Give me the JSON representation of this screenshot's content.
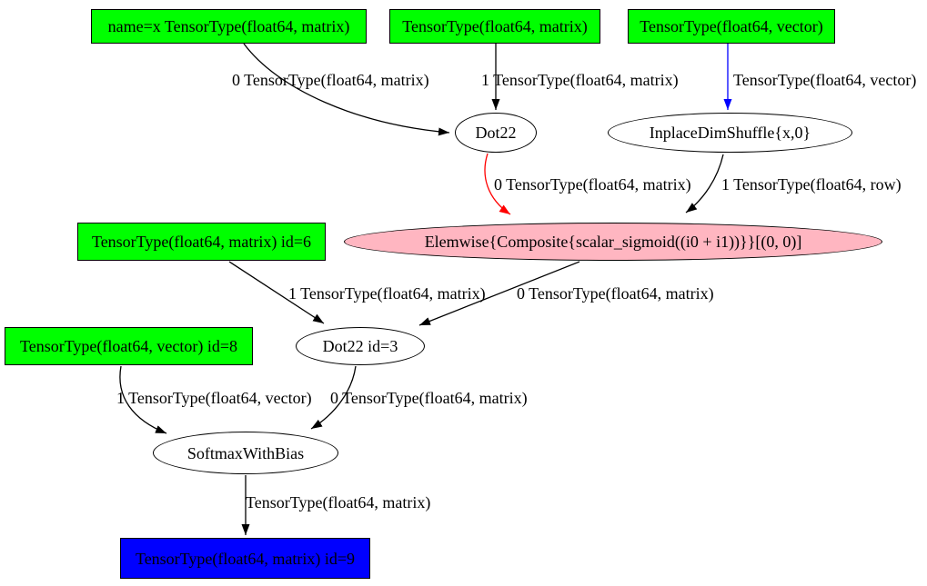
{
  "diagram": {
    "type": "computation-graph",
    "colors": {
      "input_node_fill": "#00ff00",
      "op_node_fill": "#ffffff",
      "elemwise_node_fill": "#ffb6c1",
      "output_node_fill": "#0000ff",
      "edge_default": "#000000",
      "edge_highlight_red": "#ff0000",
      "edge_highlight_blue": "#0000ff"
    },
    "nodes": [
      {
        "id": "input-x",
        "label": "name=x TensorType(float64, matrix)",
        "shape": "box",
        "fill": "green"
      },
      {
        "id": "input-matrix",
        "label": "TensorType(float64, matrix)",
        "shape": "box",
        "fill": "green"
      },
      {
        "id": "input-vector",
        "label": "TensorType(float64, vector)",
        "shape": "box",
        "fill": "green"
      },
      {
        "id": "dot22",
        "label": "Dot22",
        "shape": "ellipse",
        "fill": "white"
      },
      {
        "id": "inplacedimshuffle",
        "label": "InplaceDimShuffle{x,0}",
        "shape": "ellipse",
        "fill": "white"
      },
      {
        "id": "elemwise-sigmoid",
        "label": "Elemwise{Composite{scalar_sigmoid((i0 + i1))}}[(0, 0)]",
        "shape": "ellipse",
        "fill": "pink"
      },
      {
        "id": "input-id6",
        "label": "TensorType(float64, matrix) id=6",
        "shape": "box",
        "fill": "green"
      },
      {
        "id": "dot22-id3",
        "label": "Dot22 id=3",
        "shape": "ellipse",
        "fill": "white"
      },
      {
        "id": "input-id8",
        "label": "TensorType(float64, vector) id=8",
        "shape": "box",
        "fill": "green"
      },
      {
        "id": "softmaxwithbias",
        "label": "SoftmaxWithBias",
        "shape": "ellipse",
        "fill": "white"
      },
      {
        "id": "output-id9",
        "label": "TensorType(float64, matrix) id=9",
        "shape": "box",
        "fill": "blue"
      }
    ],
    "edges": [
      {
        "from": "input-x",
        "to": "dot22",
        "label": "0 TensorType(float64, matrix)",
        "color": "black"
      },
      {
        "from": "input-matrix",
        "to": "dot22",
        "label": "1 TensorType(float64, matrix)",
        "color": "black"
      },
      {
        "from": "input-vector",
        "to": "inplacedimshuffle",
        "label": "TensorType(float64, vector)",
        "color": "blue"
      },
      {
        "from": "dot22",
        "to": "elemwise-sigmoid",
        "label": "0 TensorType(float64, matrix)",
        "color": "red"
      },
      {
        "from": "inplacedimshuffle",
        "to": "elemwise-sigmoid",
        "label": "1 TensorType(float64, row)",
        "color": "black"
      },
      {
        "from": "input-id6",
        "to": "dot22-id3",
        "label": "1 TensorType(float64, matrix)",
        "color": "black"
      },
      {
        "from": "elemwise-sigmoid",
        "to": "dot22-id3",
        "label": "0 TensorType(float64, matrix)",
        "color": "black"
      },
      {
        "from": "input-id8",
        "to": "softmaxwithbias",
        "label": "1 TensorType(float64, vector)",
        "color": "black"
      },
      {
        "from": "dot22-id3",
        "to": "softmaxwithbias",
        "label": "0 TensorType(float64, matrix)",
        "color": "black"
      },
      {
        "from": "softmaxwithbias",
        "to": "output-id9",
        "label": "TensorType(float64, matrix)",
        "color": "black"
      }
    ]
  }
}
